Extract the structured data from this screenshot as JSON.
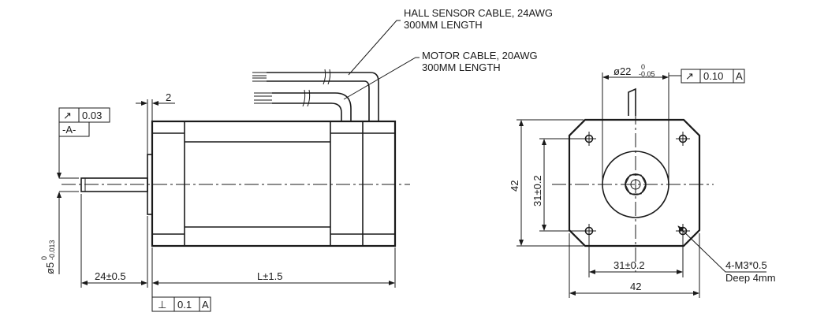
{
  "callouts": {
    "hall_cable_line1": "HALL SENSOR CABLE, 24AWG",
    "hall_cable_line2": "300MM LENGTH",
    "motor_cable_line1": "MOTOR CABLE, 20AWG",
    "motor_cable_line2": "300MM LENGTH",
    "hole_spec_line1": "4-M3*0.5",
    "hole_spec_line2": "Deep 4mm"
  },
  "side_view": {
    "flange_thickness": "2",
    "runout": {
      "symbol": "↗",
      "value": "0.03"
    },
    "datum": "-A-",
    "shaft_diameter_main": "ø5",
    "shaft_tol_upper": "0",
    "shaft_tol_lower": "-0.013",
    "shaft_length": "24±0.5",
    "body_length": "L±1.5",
    "perpendicularity": {
      "symbol": "⊥",
      "value": "0.1",
      "datum": "A"
    }
  },
  "front_view": {
    "pilot_diameter_main": "ø22",
    "pilot_tol_upper": "0",
    "pilot_tol_lower": "-0.05",
    "runout": {
      "symbol": "↗",
      "value": "0.10",
      "datum": "A"
    },
    "height_overall": "42",
    "height_holes": "31±0.2",
    "width_holes": "31±0.2",
    "width_overall": "42"
  }
}
